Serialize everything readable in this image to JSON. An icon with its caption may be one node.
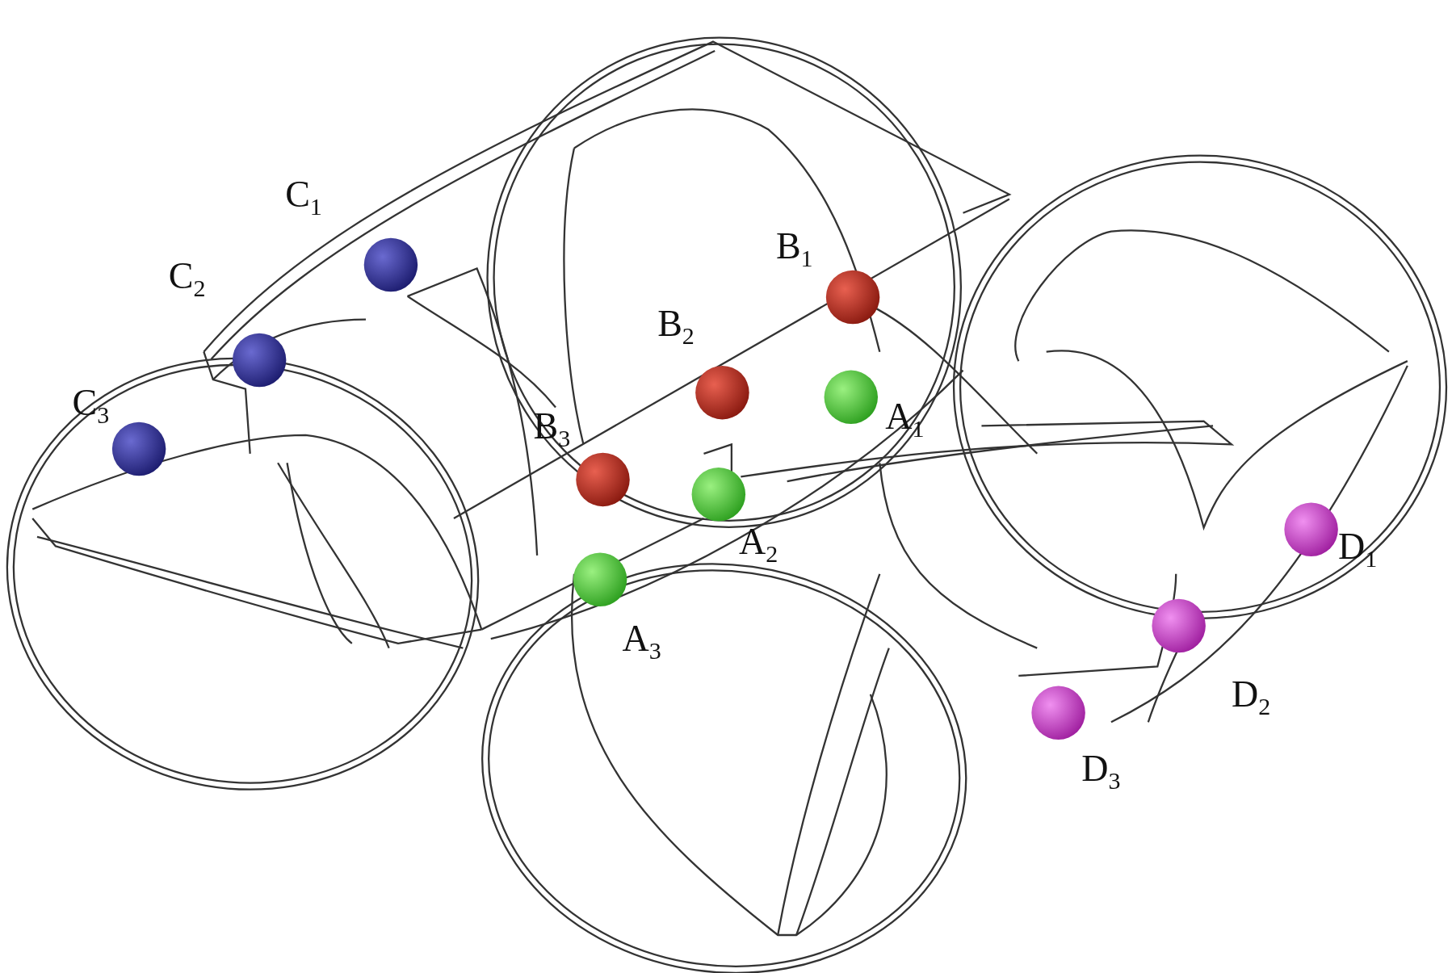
{
  "diagram": {
    "labels": [
      "C$_{1}$",
      "C$_{2}$",
      "B$_{1}$",
      "B$_{2}$",
      "C$_{3}$",
      "B$_{3}$",
      "A$_{1}$",
      "A$_{2}$",
      "D$_{1}$",
      "A$_{3}$",
      "D$_{2}$",
      "D$_{3}$"
    ]
  }
}
